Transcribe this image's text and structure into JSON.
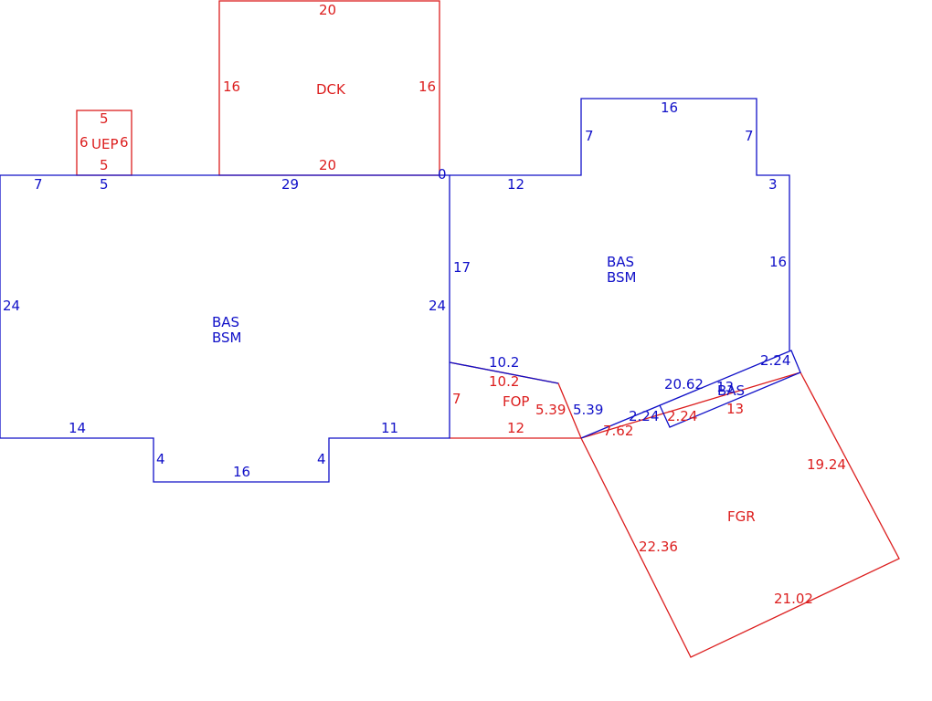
{
  "colors": {
    "building": "#1010c8",
    "addition": "#dc1e1e",
    "background": "#ffffff"
  },
  "areas": {
    "bas_left": {
      "line1": "BAS",
      "line2": "BSM"
    },
    "bas_right": {
      "line1": "BAS",
      "line2": "BSM"
    },
    "bas_small": {
      "label": "BAS"
    },
    "dck": {
      "label": "DCK"
    },
    "uep": {
      "label": "UEP"
    },
    "fop": {
      "label": "FOP"
    },
    "fgr": {
      "label": "FGR"
    }
  },
  "dims": {
    "dck_top": "20",
    "dck_left": "16",
    "dck_right": "16",
    "dck_bottom": "20",
    "uep_top": "5",
    "uep_left": "6",
    "uep_right": "6",
    "uep_bottom": "5",
    "left_top_a": "7",
    "left_top_b": "5",
    "left_top_c": "29",
    "left_left": "24",
    "left_right": "24",
    "left_bottom_a": "14",
    "left_bottom_b": "11",
    "notch_left": "4",
    "notch_bottom": "16",
    "notch_right": "4",
    "zero": "0",
    "right_top": "12",
    "bump_left": "7",
    "bump_top": "16",
    "bump_right": "7",
    "right_step": "3",
    "right_side": "16",
    "mid_side": "17",
    "fop_top_blue": "10.2",
    "fop_top_red": "10.2",
    "fop_left": "7",
    "fop_diag_red": "5.39",
    "fop_diag_blue": "5.39",
    "fop_bottom": "12",
    "strip_top": "20.62",
    "strip_end": "2.24",
    "strip_short_blue": "2.24",
    "strip_short_red": "2.24",
    "strip_mid_blue": "13",
    "strip_mid_red": "13",
    "fgr_a": "7.62",
    "fgr_right": "19.24",
    "fgr_left": "22.36",
    "fgr_bottom": "21.02"
  }
}
